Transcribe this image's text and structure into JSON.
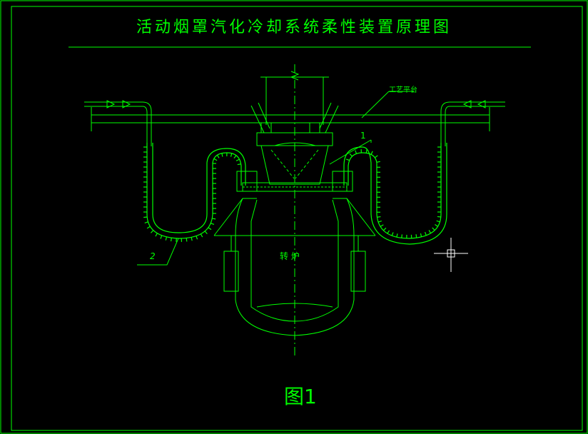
{
  "title": "活动烟罩汽化冷却系统柔性装置原理图",
  "figure_label": "图1",
  "annotations": {
    "platform": "工艺平台",
    "callout_1": "1",
    "callout_2": "2",
    "vessel_text": "转 炉"
  },
  "colors": {
    "background": "#000000",
    "line": "#00ff00",
    "cursor": "#ffffff"
  }
}
